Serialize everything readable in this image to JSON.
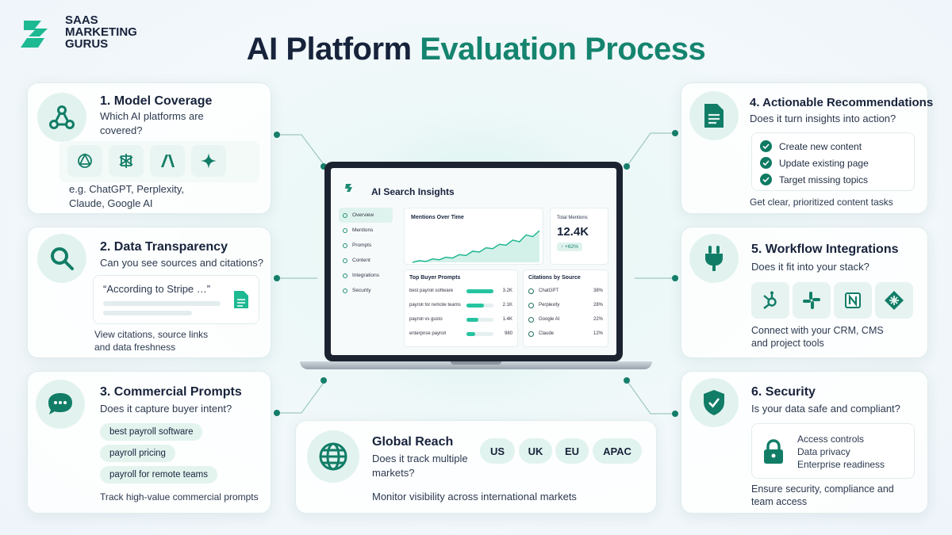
{
  "brand": {
    "line1": "SAAS",
    "line2": "MARKETING",
    "line3": "GURUS",
    "accent": "#1db992"
  },
  "title": {
    "part1": "AI Platform",
    "part2": "Evaluation Process",
    "part2_color": "#15846f"
  },
  "cards": {
    "model": {
      "title": "1. Model Coverage",
      "subtitle": "Which AI platforms are covered?",
      "caption": "e.g. ChatGPT, Perplexity, Claude, Google AI",
      "icons": [
        "openai-icon",
        "perplexity-icon",
        "anthropic-icon",
        "gemini-icon"
      ]
    },
    "transparency": {
      "title": "2. Data Transparency",
      "subtitle": "Can you see sources and citations?",
      "quote": "“According to Stripe …”",
      "caption": "View citations, source links and data freshness"
    },
    "prompts": {
      "title": "3. Commercial Prompts",
      "subtitle": "Does it capture buyer intent?",
      "pills": [
        "best payroll software",
        "payroll pricing",
        "payroll for remote teams"
      ],
      "caption": "Track high-value commercial prompts"
    },
    "recommendations": {
      "title": "4. Actionable Recommendations",
      "subtitle": "Does it turn insights into action?",
      "items": [
        "Create new content",
        "Update existing page",
        "Target missing topics"
      ],
      "caption": "Get clear, prioritized content tasks"
    },
    "integrations": {
      "title": "5. Workflow Integrations",
      "subtitle": "Does it fit into your stack?",
      "icons": [
        "hubspot-icon",
        "slack-icon",
        "notion-icon",
        "zapier-icon"
      ],
      "caption": "Connect with your CRM, CMS and project tools"
    },
    "security": {
      "title": "6. Security",
      "subtitle": "Is your data safe and compliant?",
      "items": [
        "Access controls",
        "Data privacy",
        "Enterprise readiness"
      ],
      "caption": "Ensure security, compliance and team access"
    },
    "global": {
      "title": "Global Reach",
      "subtitle": "Does it track multiple markets?",
      "markets": [
        "US",
        "UK",
        "EU",
        "APAC"
      ],
      "caption": "Monitor visibility across international markets"
    }
  },
  "dashboard": {
    "app_title": "AI Search Insights",
    "nav": [
      "Overview",
      "Mentions",
      "Prompts",
      "Content",
      "Integrations",
      "Security"
    ],
    "mentions_title": "Mentions Over Time",
    "total_label": "Total Mentions",
    "total_value": "12.4K",
    "total_change": "↑ +62%",
    "buyer_title": "Top Buyer Prompts",
    "buyer_rows": [
      {
        "label": "best payroll software",
        "value": "3.2K",
        "fill": 1.0
      },
      {
        "label": "payroll for remote teams",
        "value": "2.1K",
        "fill": 0.66
      },
      {
        "label": "payroll vs gusto",
        "value": "1.4K",
        "fill": 0.44
      },
      {
        "label": "enterprise payroll",
        "value": "980",
        "fill": 0.31
      }
    ],
    "citations_title": "Citations by Source",
    "citation_rows": [
      {
        "label": "ChatGPT",
        "value": "38%"
      },
      {
        "label": "Perplexity",
        "value": "28%"
      },
      {
        "label": "Google AI",
        "value": "22%"
      },
      {
        "label": "Claude",
        "value": "12%"
      }
    ],
    "line_values": [
      10,
      12,
      11,
      14,
      13,
      16,
      15,
      19,
      18,
      23,
      22,
      27,
      26,
      31,
      30,
      36,
      34,
      42,
      40,
      47
    ]
  }
}
